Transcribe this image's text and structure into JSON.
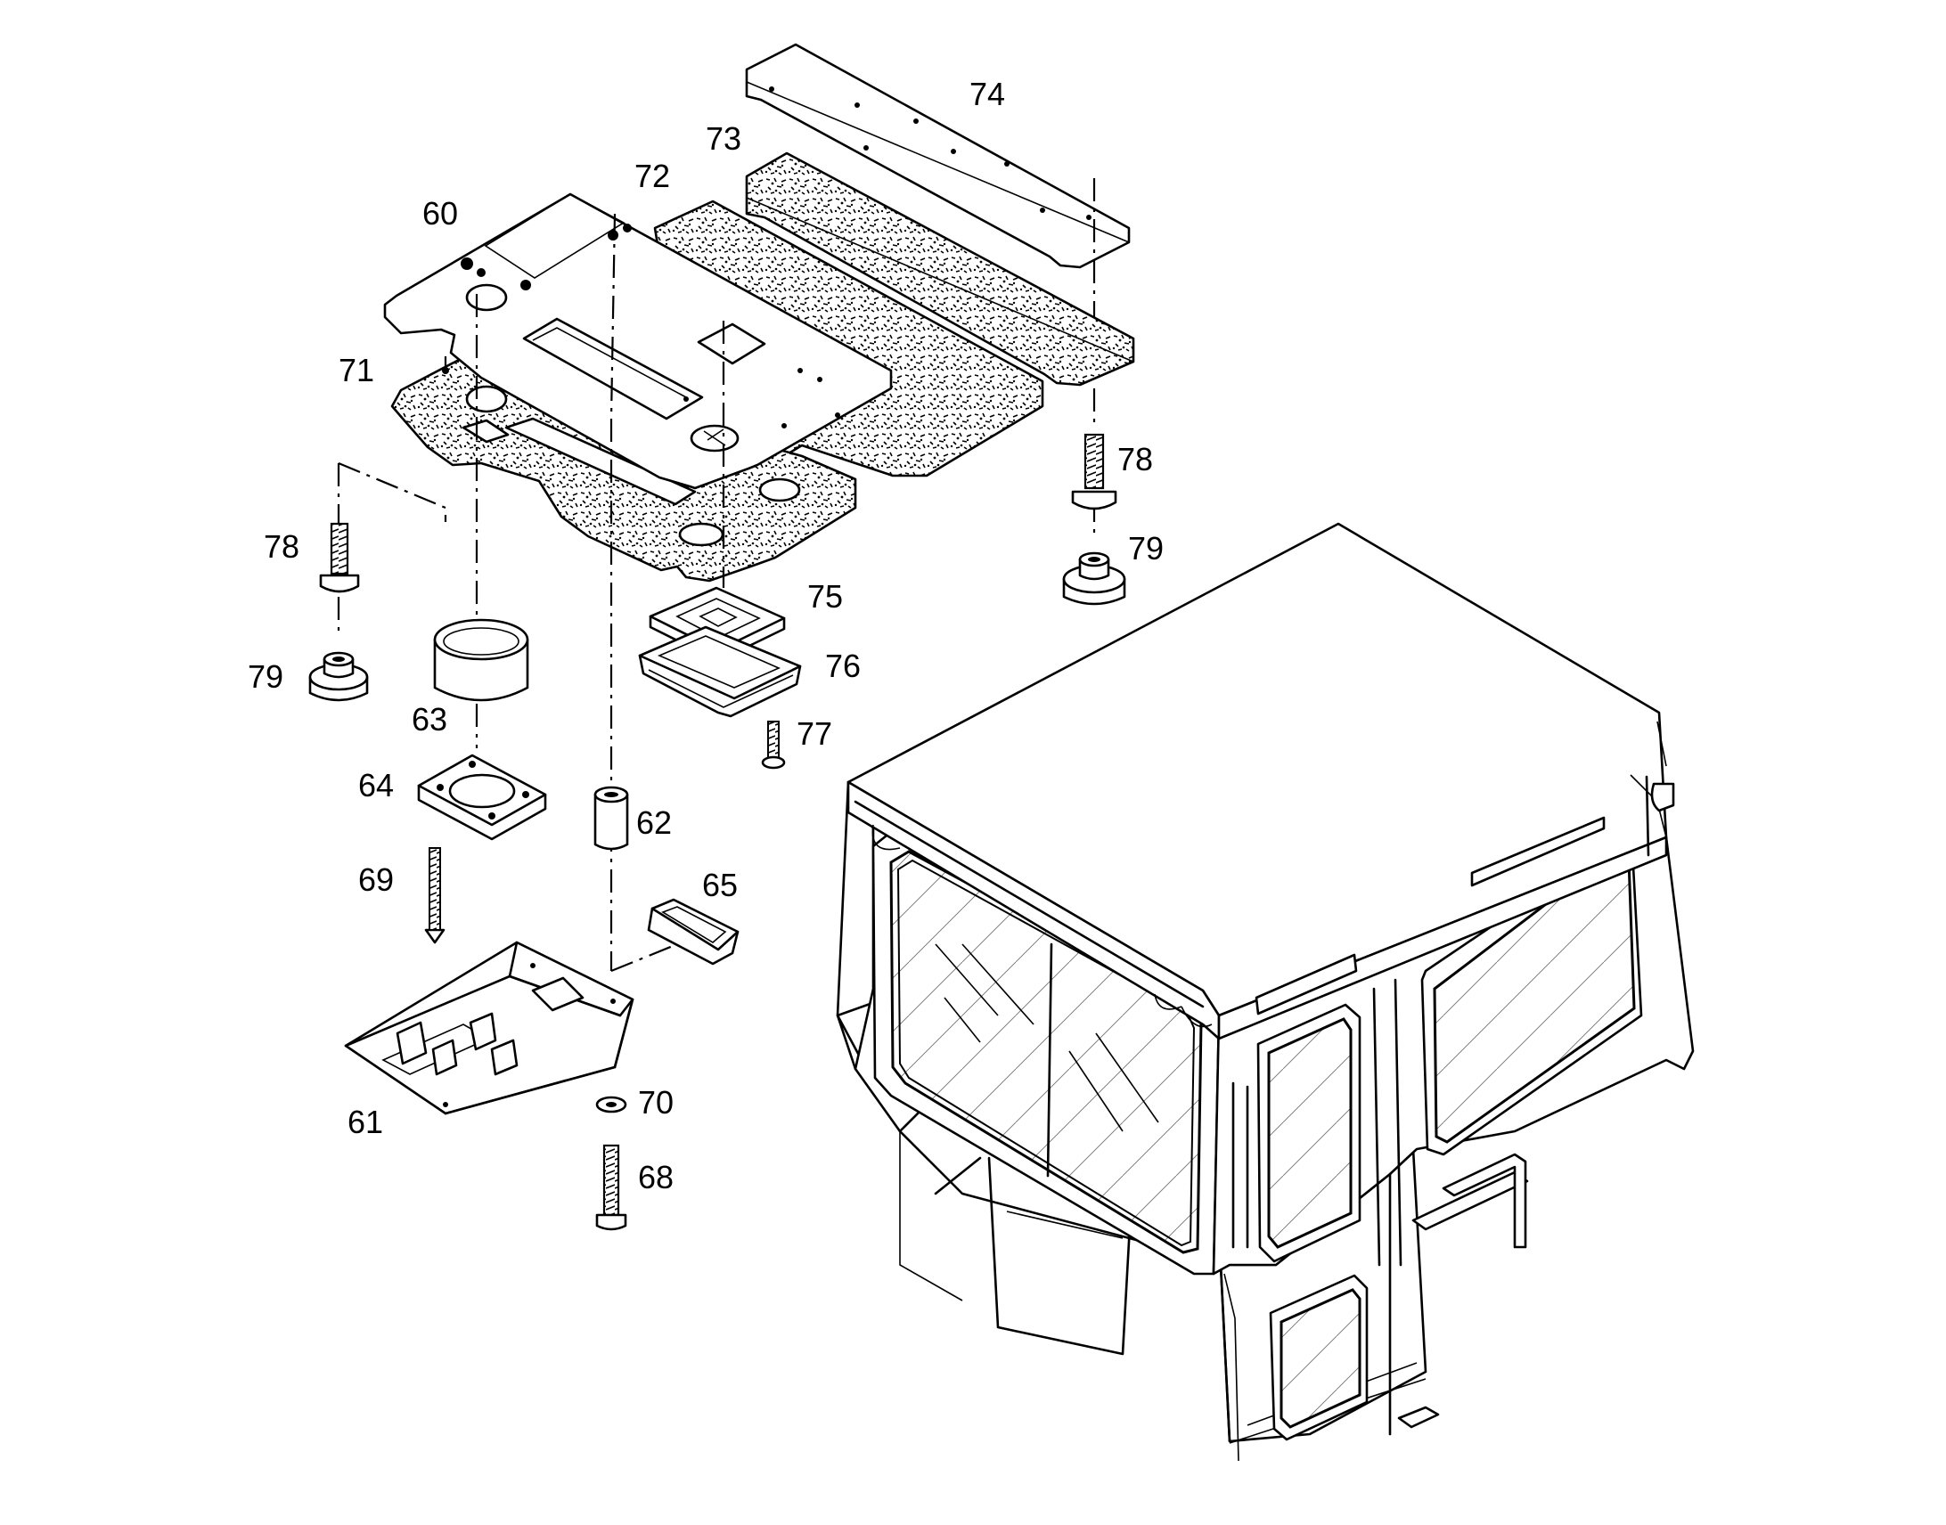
{
  "diagram": {
    "labels": {
      "p60": "60",
      "p61": "61",
      "p62": "62",
      "p63": "63",
      "p64": "64",
      "p65": "65",
      "p68": "68",
      "p69": "69",
      "p70": "70",
      "p71": "71",
      "p72": "72",
      "p73": "73",
      "p74": "74",
      "p75": "75",
      "p76": "76",
      "p77": "77",
      "p78a": "78",
      "p78b": "78",
      "p79a": "79",
      "p79b": "79"
    }
  }
}
